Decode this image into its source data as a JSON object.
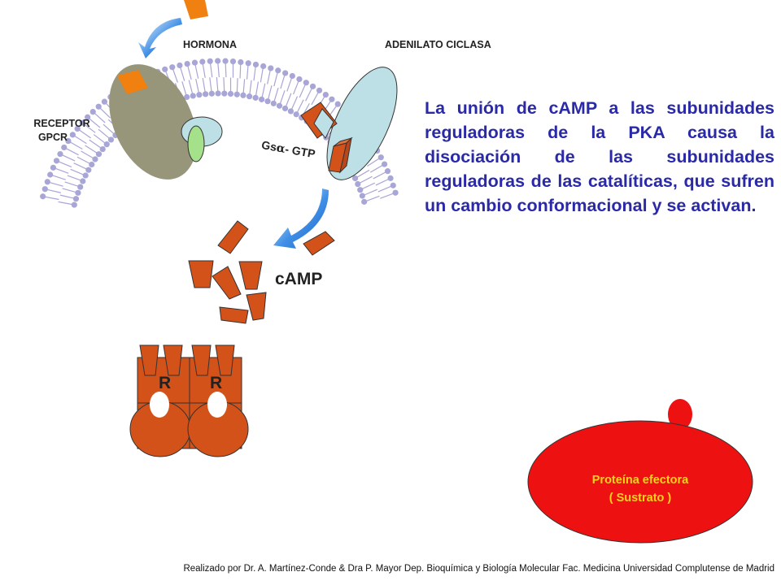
{
  "labels": {
    "hormone": "HORMONA",
    "adenylate_cyclase": "ADENILATO CICLASA",
    "receptor_line1": "RECEPTOR",
    "receptor_line2": "GPCR",
    "gs_prefix": "Gs",
    "gs_alpha": "α",
    "gs_suffix": "- GTP",
    "camp": "cAMP",
    "regulatory_left": "R",
    "regulatory_right": "R"
  },
  "main_text": "La unión de cAMP a las subunidades reguladoras de la PKA causa la disociación de las subunidades reguladoras de las catalíticas, que sufren un cambio conformacional y se activan.",
  "effector": {
    "line1": "Proteína efectora",
    "line2": "( Sustrato )"
  },
  "footer": "Realizado por Dr. A. Martínez-Conde  & Dra P. Mayor Dep. Bioquímica y Biología Molecular Fac. Medicina Universidad Complutense de Madrid",
  "colors": {
    "hormone": "#f08010",
    "camp": "#d2521a",
    "receptor": "#97957a",
    "cyclase": "#bde0e6",
    "membrane": "#a8a6d6",
    "effector": "#ee1111",
    "text_blue": "#2a2aa8",
    "arrow_blue": "#1f6fd0"
  }
}
